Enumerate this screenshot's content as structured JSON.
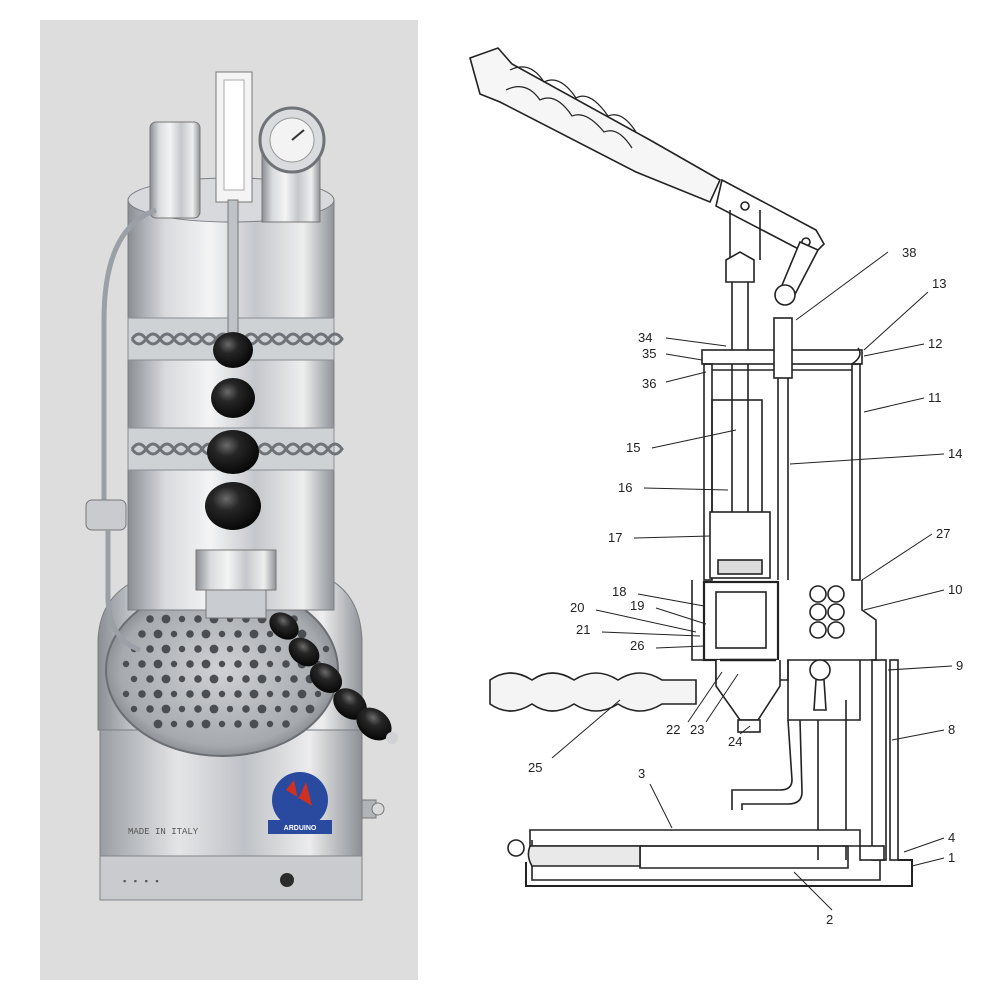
{
  "photo": {
    "badge_text": "ARDUINO",
    "plate_text": "MADE IN ITALY"
  },
  "diagram": {
    "callouts": [
      {
        "id": "38",
        "label": "38"
      },
      {
        "id": "13",
        "label": "13"
      },
      {
        "id": "34",
        "label": "34"
      },
      {
        "id": "35",
        "label": "35"
      },
      {
        "id": "12",
        "label": "12"
      },
      {
        "id": "36",
        "label": "36"
      },
      {
        "id": "11",
        "label": "11"
      },
      {
        "id": "15",
        "label": "15"
      },
      {
        "id": "14",
        "label": "14"
      },
      {
        "id": "16",
        "label": "16"
      },
      {
        "id": "17",
        "label": "17"
      },
      {
        "id": "27",
        "label": "27"
      },
      {
        "id": "18",
        "label": "18"
      },
      {
        "id": "10",
        "label": "10"
      },
      {
        "id": "19",
        "label": "19"
      },
      {
        "id": "20",
        "label": "20"
      },
      {
        "id": "21",
        "label": "21"
      },
      {
        "id": "26",
        "label": "26"
      },
      {
        "id": "9",
        "label": "9"
      },
      {
        "id": "22",
        "label": "22"
      },
      {
        "id": "23",
        "label": "23"
      },
      {
        "id": "24",
        "label": "24"
      },
      {
        "id": "8",
        "label": "8"
      },
      {
        "id": "25",
        "label": "25"
      },
      {
        "id": "3",
        "label": "3"
      },
      {
        "id": "4",
        "label": "4"
      },
      {
        "id": "1",
        "label": "1"
      },
      {
        "id": "2",
        "label": "2"
      }
    ]
  },
  "colors": {
    "chrome_light": "#e8e8ea",
    "chrome_mid": "#b9bcc0",
    "chrome_dark": "#7f8388",
    "knob_black": "#1a1a1a",
    "badge_blue": "#2a4aa0",
    "badge_red": "#d03020",
    "ink": "#222222"
  }
}
